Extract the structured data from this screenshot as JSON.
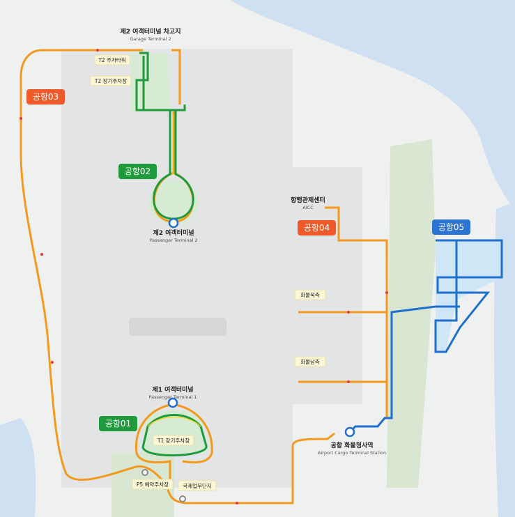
{
  "colors": {
    "orange": "#f39a1e",
    "green": "#1f9a3c",
    "blue": "#1f6fcf",
    "yellow_line": "#f2d61a",
    "arrow_red": "#e6393b",
    "sea": "#cfe0f2",
    "land": "#eef1ef",
    "apron": "#e3e4e5",
    "forest": "#d8e6d2",
    "badge_orange": "#f05a2a",
    "badge_green": "#1f9a3c",
    "badge_blue": "#2b74d1",
    "tag_fill": "#fbf6d6"
  },
  "routes": [
    {
      "id": "airport01",
      "label": "공항01",
      "color": "badge_green"
    },
    {
      "id": "airport02",
      "label": "공항02",
      "color": "badge_green"
    },
    {
      "id": "airport03",
      "label": "공항03",
      "color": "badge_orange"
    },
    {
      "id": "airport04",
      "label": "공항04",
      "color": "badge_orange"
    },
    {
      "id": "airport05",
      "label": "공항05",
      "color": "badge_blue"
    }
  ],
  "places": {
    "garage_t2": {
      "ko": "제2 여객터미널 차고지",
      "en": "Garage Terminal 2"
    },
    "t2": {
      "ko": "제2 여객터미널",
      "en": "Passenger Terminal 2"
    },
    "t1": {
      "ko": "제1 여객터미널",
      "en": "Passenger Terminal 1"
    },
    "aicc": {
      "ko": "항행관제센터",
      "en": "AICC"
    },
    "cargo_station": {
      "ko": "공항 화물청사역",
      "en": "Airport Cargo Terminal Station"
    }
  },
  "tags": {
    "t2_parking_tower": "T2 주차타워",
    "t2_long_term": "T2 장기주차장",
    "t1_long_term": "T1 장기주차장",
    "cargo_north": "화물북측",
    "cargo_south": "화물남측",
    "p5": "P5 예약주차장",
    "intl_business": "국제업무단지"
  }
}
